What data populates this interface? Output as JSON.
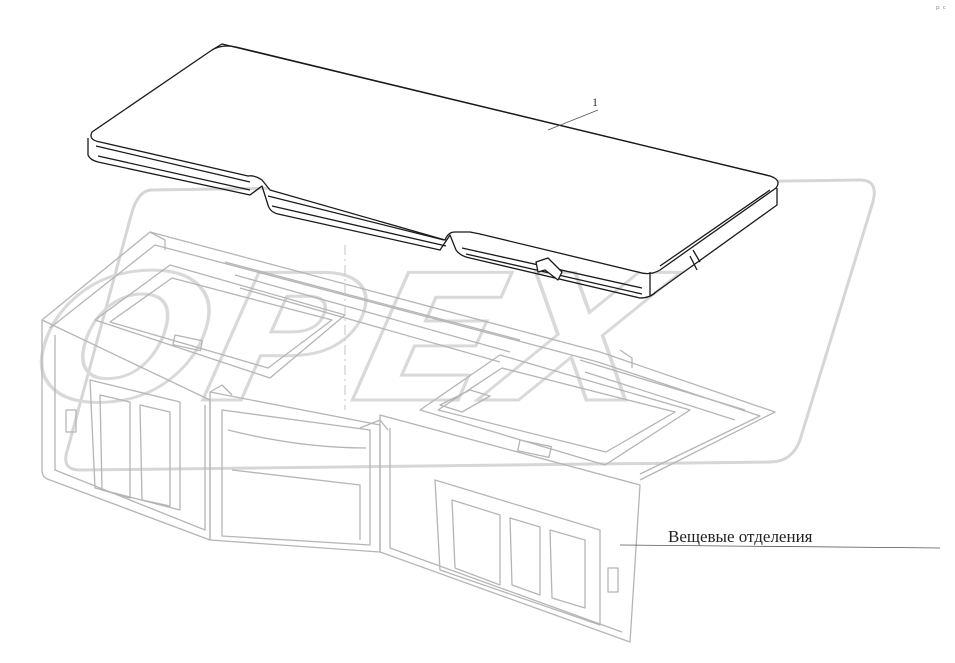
{
  "diagram": {
    "callout_number": "1",
    "compartments_label": "Вещевые отделения",
    "watermark_text": "OPEX",
    "corner_mark": "ᵖ ᶜ"
  },
  "colors": {
    "background": "#ffffff",
    "line_dark": "#1a1a1a",
    "line_faint": "#b5b5b5",
    "watermark": "#d6d6d6"
  }
}
